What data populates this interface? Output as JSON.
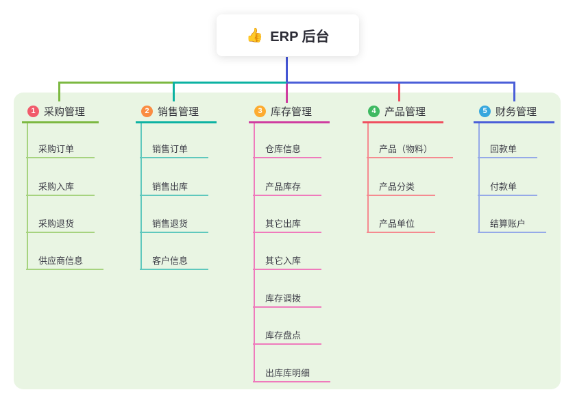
{
  "root": {
    "icon": "👍",
    "label": "ERP 后台",
    "line_color": "#4556d4"
  },
  "panel_background": "#e9f5e3",
  "branches": [
    {
      "number": "1",
      "label": "采购管理",
      "badge_color": "#f15b6b",
      "line_color": "#7cb841",
      "child_line_color": "#a6d37f",
      "children": [
        "采购订单",
        "采购入库",
        "采购退货",
        "供应商信息"
      ]
    },
    {
      "number": "2",
      "label": "销售管理",
      "badge_color": "#fa8c42",
      "line_color": "#0cb2a2",
      "child_line_color": "#5fc8bd",
      "children": [
        "销售订单",
        "销售出库",
        "销售退货",
        "客户信息"
      ]
    },
    {
      "number": "3",
      "label": "库存管理",
      "badge_color": "#fdab2f",
      "line_color": "#cf3da0",
      "child_line_color": "#ef7abc",
      "children": [
        "仓库信息",
        "产品库存",
        "其它出库",
        "其它入库",
        "库存调拨",
        "库存盘点",
        "出库库明细"
      ]
    },
    {
      "number": "4",
      "label": "产品管理",
      "badge_color": "#3eb961",
      "line_color": "#ef4f5f",
      "child_line_color": "#f58a90",
      "children": [
        "产品（物料）",
        "产品分类",
        "产品单位"
      ]
    },
    {
      "number": "5",
      "label": "财务管理",
      "badge_color": "#37a7de",
      "line_color": "#4a5ed8",
      "child_line_color": "#95a9e8",
      "children": [
        "回款单",
        "付款单",
        "结算账户"
      ]
    }
  ]
}
